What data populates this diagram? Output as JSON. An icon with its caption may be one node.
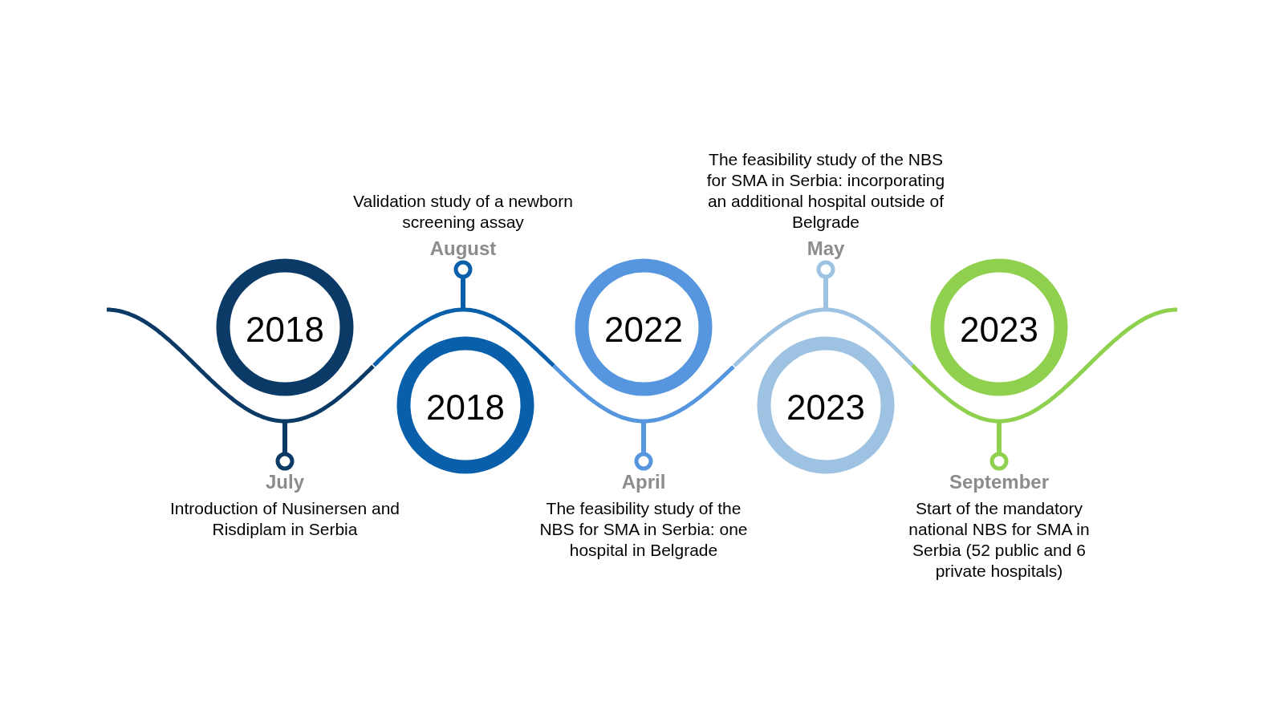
{
  "diagram": {
    "nodes": [
      {
        "text": [
          "2018"
        ],
        "beside": [
          "July",
          "Introduction of Nusinersen and Risdiplam in Serbia"
        ]
      },
      {
        "text": [
          "2018"
        ],
        "beside": [
          "August",
          "Validation study of a newborn screening assay"
        ]
      },
      {
        "text": [
          "2022"
        ],
        "beside": [
          "April",
          "The feasibility study of the NBS for SMA in Serbia: one hospital in Belgrade"
        ]
      },
      {
        "text": [
          "2023"
        ],
        "beside": [
          "May",
          "The feasibility study of the NBS for SMA in Serbia: incorporating an additional hospital outside of Belgrade"
        ]
      },
      {
        "text": [
          "2023"
        ],
        "beside": [
          "September",
          "Start of the mandatory national NBS for SMA in Serbia (52 public and 6 private hospitals)"
        ]
      }
    ]
  }
}
